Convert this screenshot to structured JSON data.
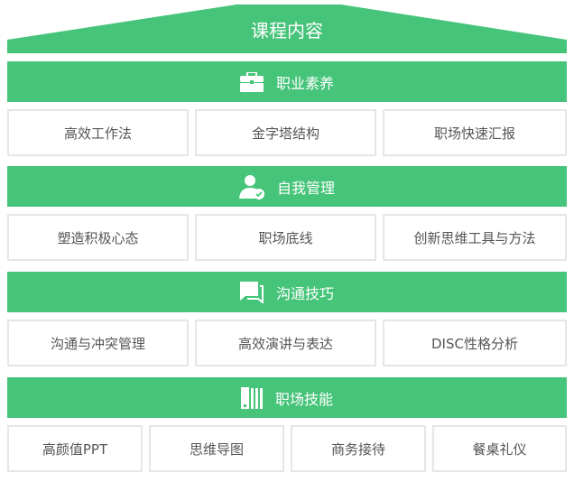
{
  "title": "课程内容",
  "color": "#46c479",
  "sections": [
    {
      "label": "职业素养",
      "icon": "briefcase-icon",
      "items": [
        "高效工作法",
        "金字塔结构",
        "职场快速汇报"
      ]
    },
    {
      "label": "自我管理",
      "icon": "user-check-icon",
      "items": [
        "塑造积极心态",
        "职场底线",
        "创新思维工具与方法"
      ]
    },
    {
      "label": "沟通技巧",
      "icon": "chat-bubbles-icon",
      "items": [
        "沟通与冲突管理",
        "高效演讲与表达",
        "DISC性格分析"
      ]
    },
    {
      "label": "职场技能",
      "icon": "books-icon",
      "items": [
        "高颜值PPT",
        "思维导图",
        "商务接待",
        "餐桌礼仪"
      ]
    }
  ]
}
